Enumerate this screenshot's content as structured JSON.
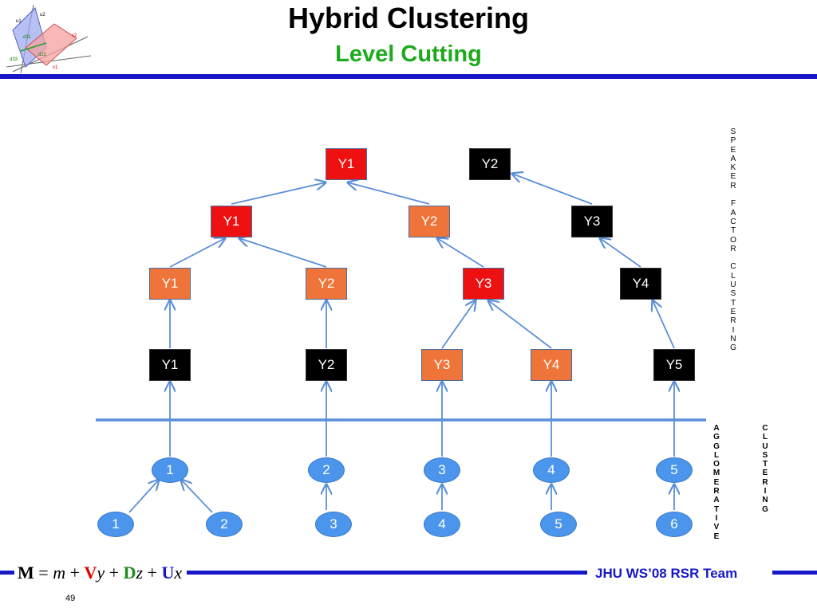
{
  "title": "Hybrid Clustering",
  "subtitle": "Level Cutting",
  "logo": {
    "labels": [
      "u1",
      "u2",
      "v2",
      "d11",
      "d33",
      "d22",
      "v1"
    ]
  },
  "top_nodes": [
    {
      "label": "Y1",
      "color": "red"
    },
    {
      "label": "Y2",
      "color": "black"
    }
  ],
  "level3_nodes": [
    {
      "label": "Y1",
      "color": "red"
    },
    {
      "label": "Y2",
      "color": "orange"
    },
    {
      "label": "Y3",
      "color": "black"
    }
  ],
  "level2_nodes": [
    {
      "label": "Y1",
      "color": "orange"
    },
    {
      "label": "Y2",
      "color": "orange"
    },
    {
      "label": "Y3",
      "color": "red"
    },
    {
      "label": "Y4",
      "color": "black"
    }
  ],
  "level1_nodes": [
    {
      "label": "Y1",
      "color": "black"
    },
    {
      "label": "Y2",
      "color": "black"
    },
    {
      "label": "Y3",
      "color": "orange"
    },
    {
      "label": "Y4",
      "color": "orange"
    },
    {
      "label": "Y5",
      "color": "black"
    }
  ],
  "cluster_nodes": [
    "1",
    "2",
    "3",
    "4",
    "5"
  ],
  "leaf_nodes": [
    "1",
    "2",
    "3",
    "4",
    "5",
    "6"
  ],
  "vertical_labels": {
    "speaker_factor_clustering": "S\nP\nE\nA\nK\nE\nR\n \nF\nA\nC\nT\nO\nR\n \nC\nL\nU\nS\nT\nE\nR\nI\nN\nG",
    "agglomerative": "A\nG\nG\nL\nO\nM\nE\nR\nA\nT\nI\nV\nE",
    "clustering": "C\nL\nU\nS\nT\nE\nR\nI\nN\nG"
  },
  "footer": {
    "formula_M": "M",
    "formula_eq": " = ",
    "formula_m": "m",
    "formula_plus1": " + ",
    "formula_V": "V",
    "formula_y": "y",
    "formula_plus2": " + ",
    "formula_D": "D",
    "formula_z": "z",
    "formula_plus3": " + ",
    "formula_U": "U",
    "formula_x": "x",
    "team": "JHU WS’08 RSR Team",
    "page": "49"
  },
  "colors": {
    "red": "#ee1111",
    "orange": "#ef7439",
    "black": "#000000",
    "circle_blue": "#4b96ec",
    "edge_blue": "#5b8fd8",
    "rule_blue": "#1717c8",
    "subtitle_green": "#1daa1d"
  }
}
